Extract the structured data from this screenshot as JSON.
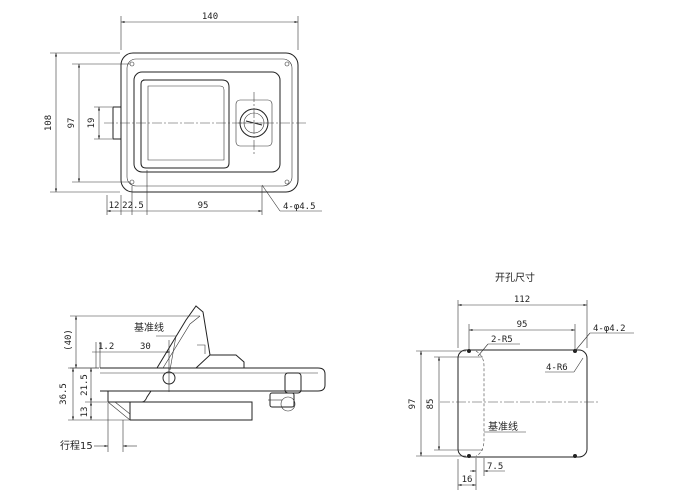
{
  "top_view": {
    "dim_width": "140",
    "dim_height": "108",
    "dim_inner_height": "97",
    "dim_slot": "19",
    "dim_a": "12",
    "dim_b": "22.5",
    "dim_c": "95",
    "holes": "4-φ4.5"
  },
  "side_view": {
    "dim_40": "(40)",
    "dim_1_2": "1.2",
    "dim_30": "30",
    "dim_36_5": "36.5",
    "dim_21_5": "21.5",
    "dim_13": "13",
    "reference_line": "基准线",
    "stroke": "行程15"
  },
  "cutout_view": {
    "title": "开孔尺寸",
    "dim_112": "112",
    "dim_95": "95",
    "radius_2": "2-R5",
    "holes": "4-φ4.2",
    "radius_4": "4-R6",
    "dim_97": "97",
    "dim_85": "85",
    "dim_7_5": "7.5",
    "dim_16": "16",
    "reference_line": "基准线"
  }
}
